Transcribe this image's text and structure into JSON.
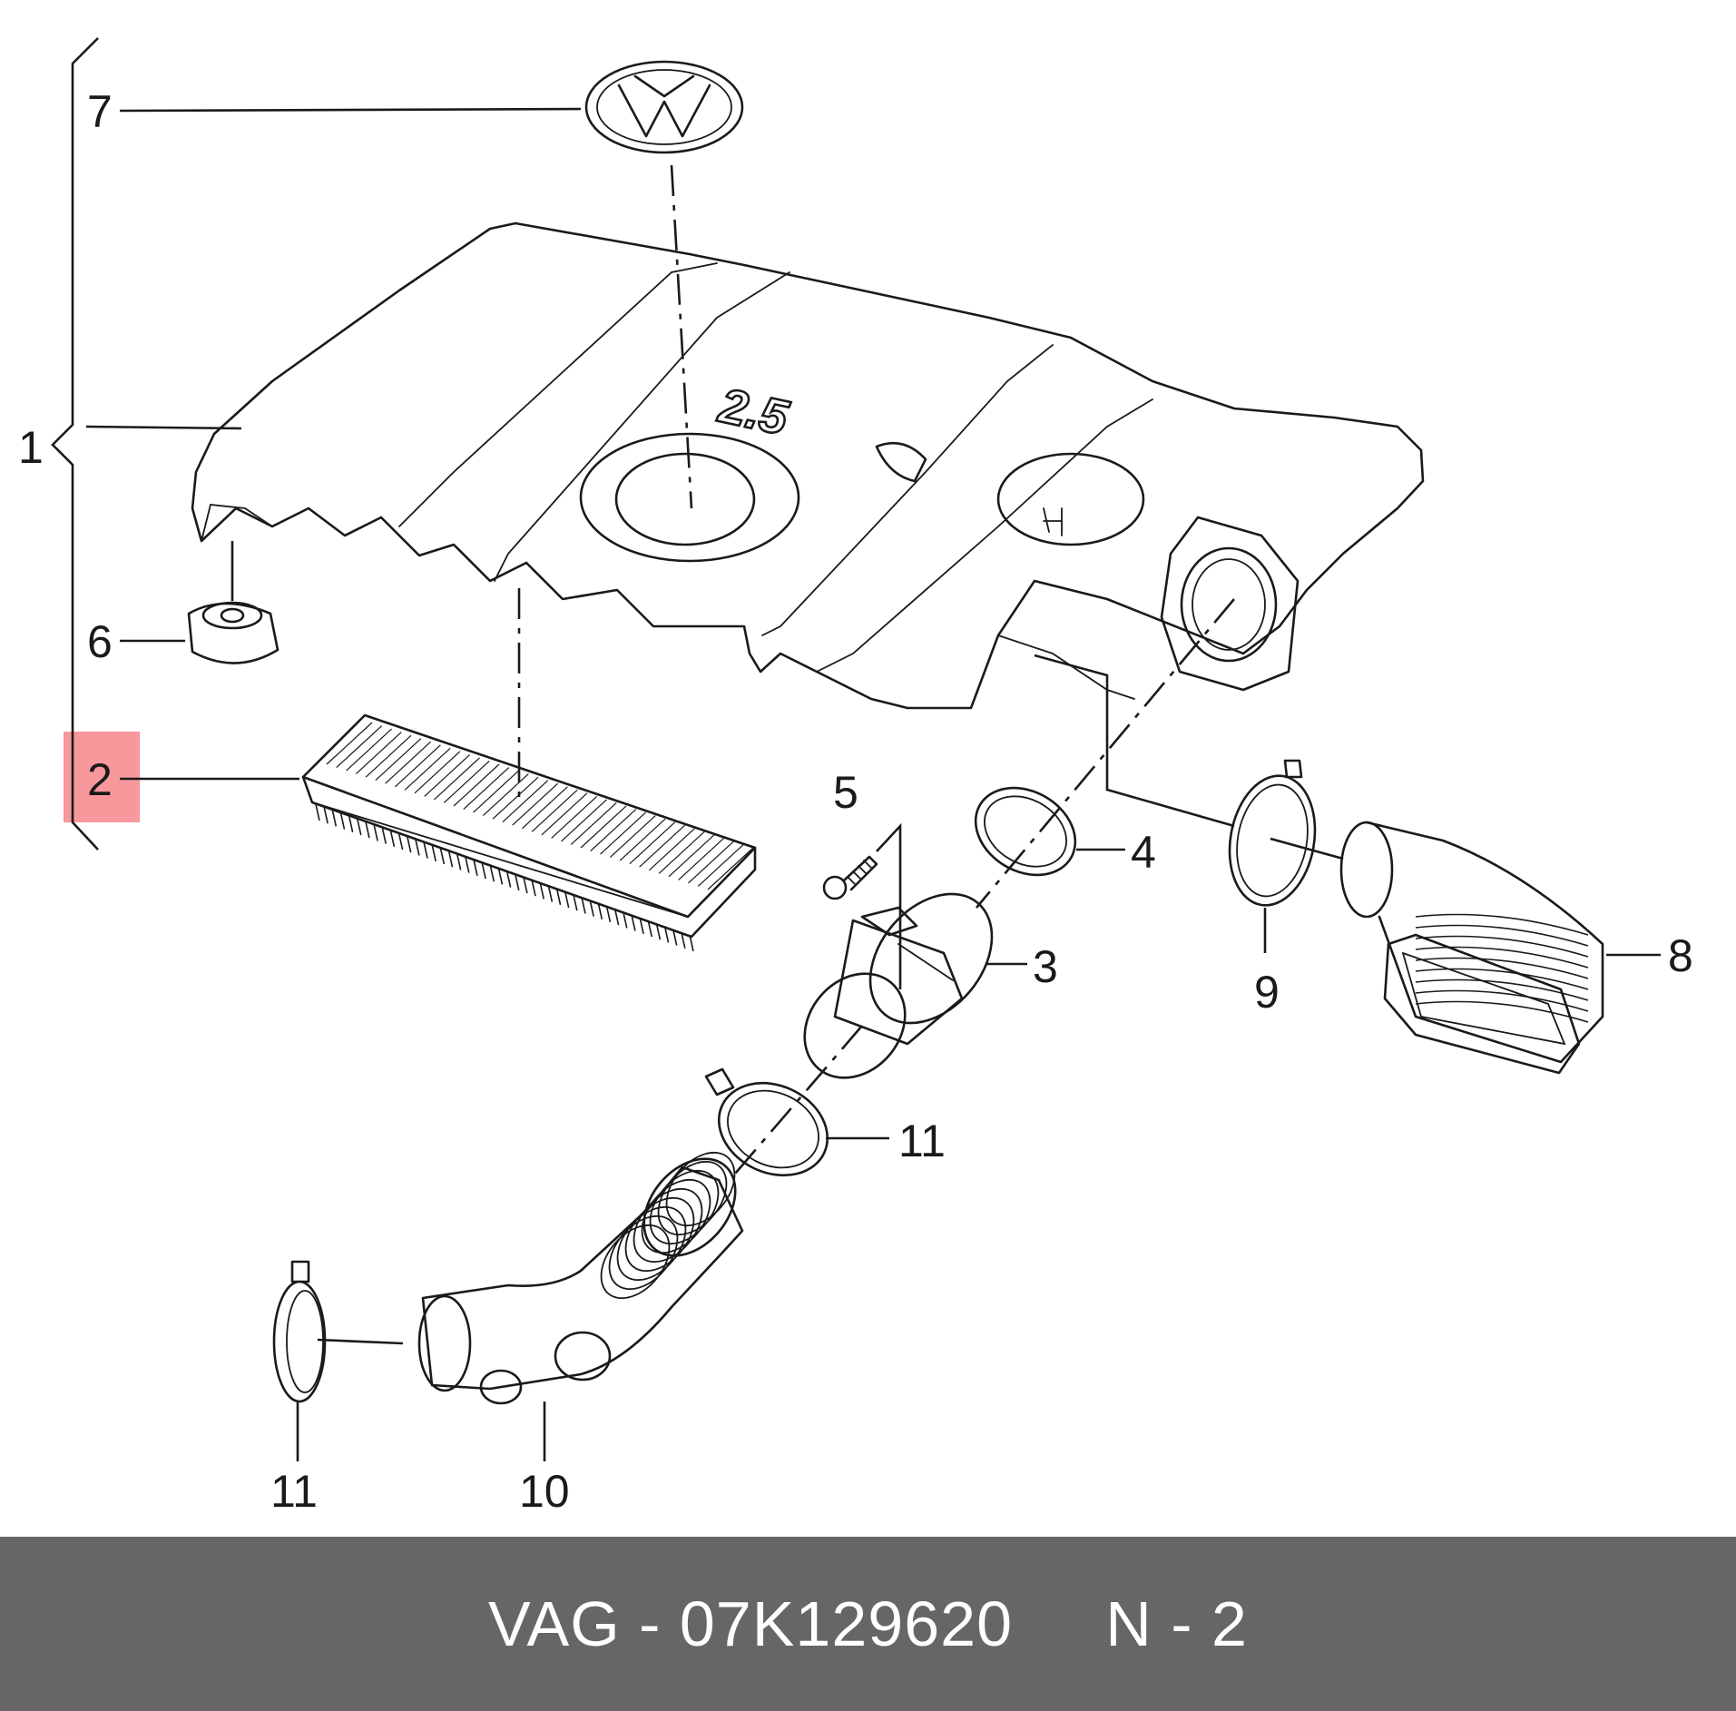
{
  "footer": {
    "brand": "VAG",
    "separator": " - ",
    "part_number": "07K129620",
    "gap": "     ",
    "position_label": "N - 2"
  },
  "highlight": {
    "callout": "2",
    "color": "#f67a80"
  },
  "cover": {
    "engine_badge": "2.5",
    "logo": "volkswagen-logo-icon"
  },
  "callouts": {
    "c1": "1",
    "c2": "2",
    "c3": "3",
    "c4": "4",
    "c5": "5",
    "c6": "6",
    "c7": "7",
    "c8": "8",
    "c9": "9",
    "c10": "10",
    "c11a": "11",
    "c11b": "11"
  },
  "colors": {
    "line": "#1a1a1a",
    "footer_bg": "#666666",
    "footer_text": "#ffffff"
  }
}
